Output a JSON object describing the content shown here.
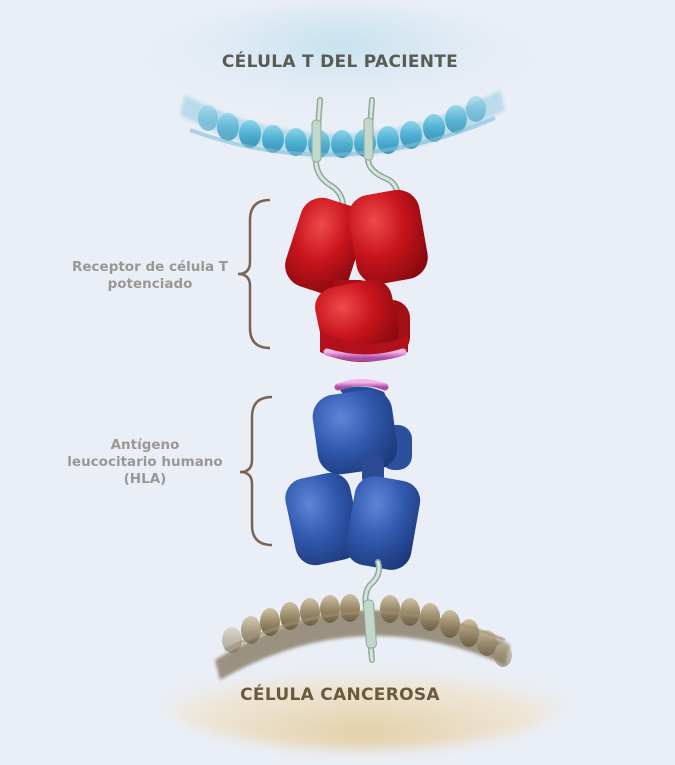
{
  "diagram": {
    "top_cell_title": "CÉLULA T DEL PACIENTE",
    "bottom_cell_title": "CÉLULA CANCEROSA",
    "labels": {
      "tcr_line1": "Receptor de célula T",
      "tcr_line2": "potenciado",
      "hla_line1": "Antígeno",
      "hla_line2": "leucocitario humano",
      "hla_line3": "(HLA)"
    },
    "colors": {
      "background": "#eaeef6",
      "t_cell_membrane": "#5bb3d0",
      "cancer_cell_membrane": "#8a7a5c",
      "cancer_cell_body": "#e6d6b8",
      "tcr_protein": "#c0141c",
      "hla_protein": "#2f56a8",
      "peptide": "#d880d0",
      "bracket": "#7a6555",
      "anchor": "#b8cfc2"
    }
  }
}
